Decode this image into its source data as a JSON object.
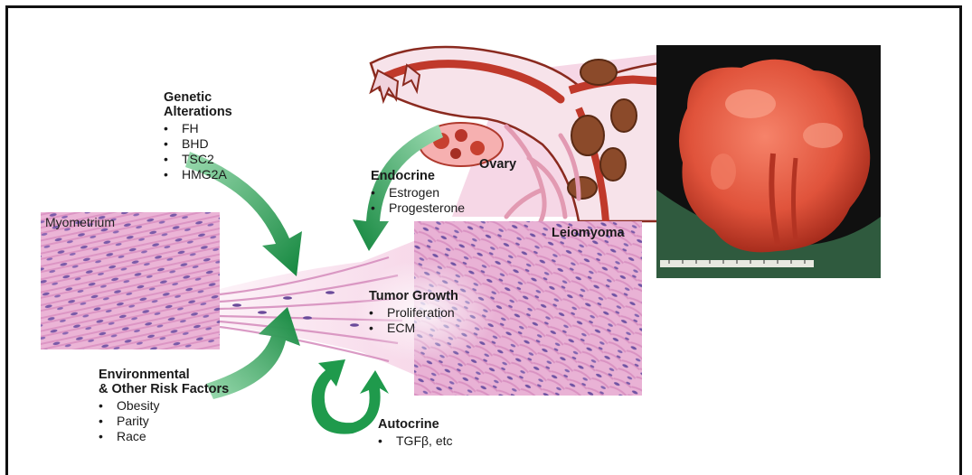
{
  "genetic": {
    "title_line1": "Genetic",
    "title_line2": "Alterations",
    "items": [
      "FH",
      "BHD",
      "TSC2",
      "HMG2A"
    ]
  },
  "endocrine": {
    "title": "Endocrine",
    "items": [
      "Estrogen",
      "Progesterone"
    ]
  },
  "environmental": {
    "title_line1": "Environmental",
    "title_line2": "& Other Risk Factors",
    "items": [
      "Obesity",
      "Parity",
      "Race"
    ]
  },
  "tumor": {
    "title": "Tumor Growth",
    "items": [
      "Proliferation",
      "ECM"
    ]
  },
  "autocrine": {
    "title": "Autocrine",
    "items": [
      "TGFβ, etc"
    ]
  },
  "tissues": {
    "myometrium": "Myometrium",
    "leiomyoma": "Leiomyoma",
    "ovary": "Ovary"
  },
  "colors": {
    "arrow_green": "#1f9a4c",
    "tissue_pink": "#e7a9cf",
    "nuclei_purple": "#6a4a9a",
    "uterus_red": "#c0392b",
    "specimen_red": "#e0533b"
  },
  "icons": [
    "curved-arrow",
    "circular-arrow"
  ]
}
